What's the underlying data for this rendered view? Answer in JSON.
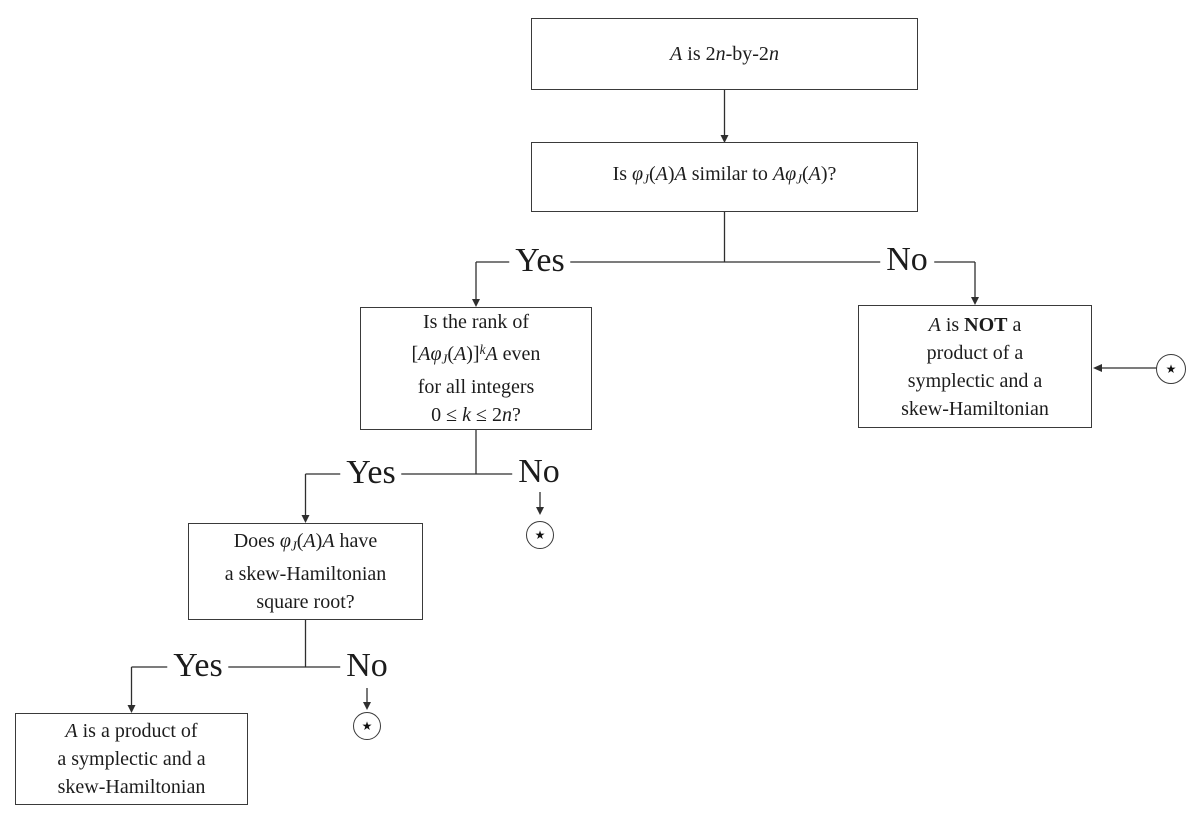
{
  "diagram": {
    "type": "flowchart",
    "topic": "Decision tree: is A a product of a symplectic and a skew-Hamiltonian matrix",
    "colors": {
      "background": "#ffffff",
      "line": "#2f2f2f",
      "text": "#1c1c1c",
      "box_background": "#ffffff"
    },
    "star_symbol": "★",
    "boxes": {
      "start": {
        "lines": [
          [
            {
              "t": "A",
              "s": "i"
            },
            {
              "t": " is 2",
              "s": ""
            },
            {
              "t": "n",
              "s": "i"
            },
            {
              "t": "-by-2",
              "s": ""
            },
            {
              "t": "n",
              "s": "i"
            }
          ]
        ]
      },
      "q_similar": {
        "lines": [
          [
            {
              "t": "Is ",
              "s": ""
            },
            {
              "t": "φ",
              "s": "i"
            },
            {
              "t": "J",
              "s": "sub"
            },
            {
              "t": "(",
              "s": ""
            },
            {
              "t": "A",
              "s": "i"
            },
            {
              "t": ")",
              "s": ""
            },
            {
              "t": "A",
              "s": "i"
            },
            {
              "t": " similar to ",
              "s": ""
            },
            {
              "t": "A",
              "s": "i"
            },
            {
              "t": "φ",
              "s": "i"
            },
            {
              "t": "J",
              "s": "sub"
            },
            {
              "t": "(",
              "s": ""
            },
            {
              "t": "A",
              "s": "i"
            },
            {
              "t": ")?",
              "s": ""
            }
          ]
        ]
      },
      "q_rank": {
        "lines": [
          [
            {
              "t": "Is the rank of",
              "s": ""
            }
          ],
          [
            {
              "t": "[",
              "s": ""
            },
            {
              "t": "A",
              "s": "i"
            },
            {
              "t": "φ",
              "s": "i"
            },
            {
              "t": "J",
              "s": "sub"
            },
            {
              "t": "(",
              "s": ""
            },
            {
              "t": "A",
              "s": "i"
            },
            {
              "t": ")]",
              "s": ""
            },
            {
              "t": "k",
              "s": "sup"
            },
            {
              "t": "A",
              "s": "i"
            },
            {
              "t": " even",
              "s": ""
            }
          ],
          [
            {
              "t": "for all integers",
              "s": ""
            }
          ],
          [
            {
              "t": "0 ≤ ",
              "s": ""
            },
            {
              "t": "k",
              "s": "i"
            },
            {
              "t": " ≤ 2",
              "s": ""
            },
            {
              "t": "n",
              "s": "i"
            },
            {
              "t": "?",
              "s": ""
            }
          ]
        ]
      },
      "not_product": {
        "lines": [
          [
            {
              "t": "A",
              "s": "i"
            },
            {
              "t": " is ",
              "s": ""
            },
            {
              "t": "NOT",
              "s": "b"
            },
            {
              "t": " a",
              "s": ""
            }
          ],
          [
            {
              "t": "product of a",
              "s": ""
            }
          ],
          [
            {
              "t": "symplectic and a",
              "s": ""
            }
          ],
          [
            {
              "t": "skew-Hamiltonian",
              "s": ""
            }
          ]
        ]
      },
      "q_sqrt": {
        "lines": [
          [
            {
              "t": "Does ",
              "s": ""
            },
            {
              "t": "φ",
              "s": "i"
            },
            {
              "t": "J",
              "s": "sub"
            },
            {
              "t": "(",
              "s": ""
            },
            {
              "t": "A",
              "s": "i"
            },
            {
              "t": ")",
              "s": ""
            },
            {
              "t": "A",
              "s": "i"
            },
            {
              "t": " have",
              "s": ""
            }
          ],
          [
            {
              "t": "a skew-Hamiltonian",
              "s": ""
            }
          ],
          [
            {
              "t": "square root?",
              "s": ""
            }
          ]
        ]
      },
      "is_product": {
        "lines": [
          [
            {
              "t": "A",
              "s": "i"
            },
            {
              "t": " is a product of",
              "s": ""
            }
          ],
          [
            {
              "t": "a symplectic and a",
              "s": ""
            }
          ],
          [
            {
              "t": "skew-Hamiltonian",
              "s": ""
            }
          ]
        ]
      }
    },
    "edge_labels": {
      "similar_yes": "Yes",
      "similar_no": "No",
      "rank_yes": "Yes",
      "rank_no": "No",
      "sqrt_yes": "Yes",
      "sqrt_no": "No"
    }
  }
}
